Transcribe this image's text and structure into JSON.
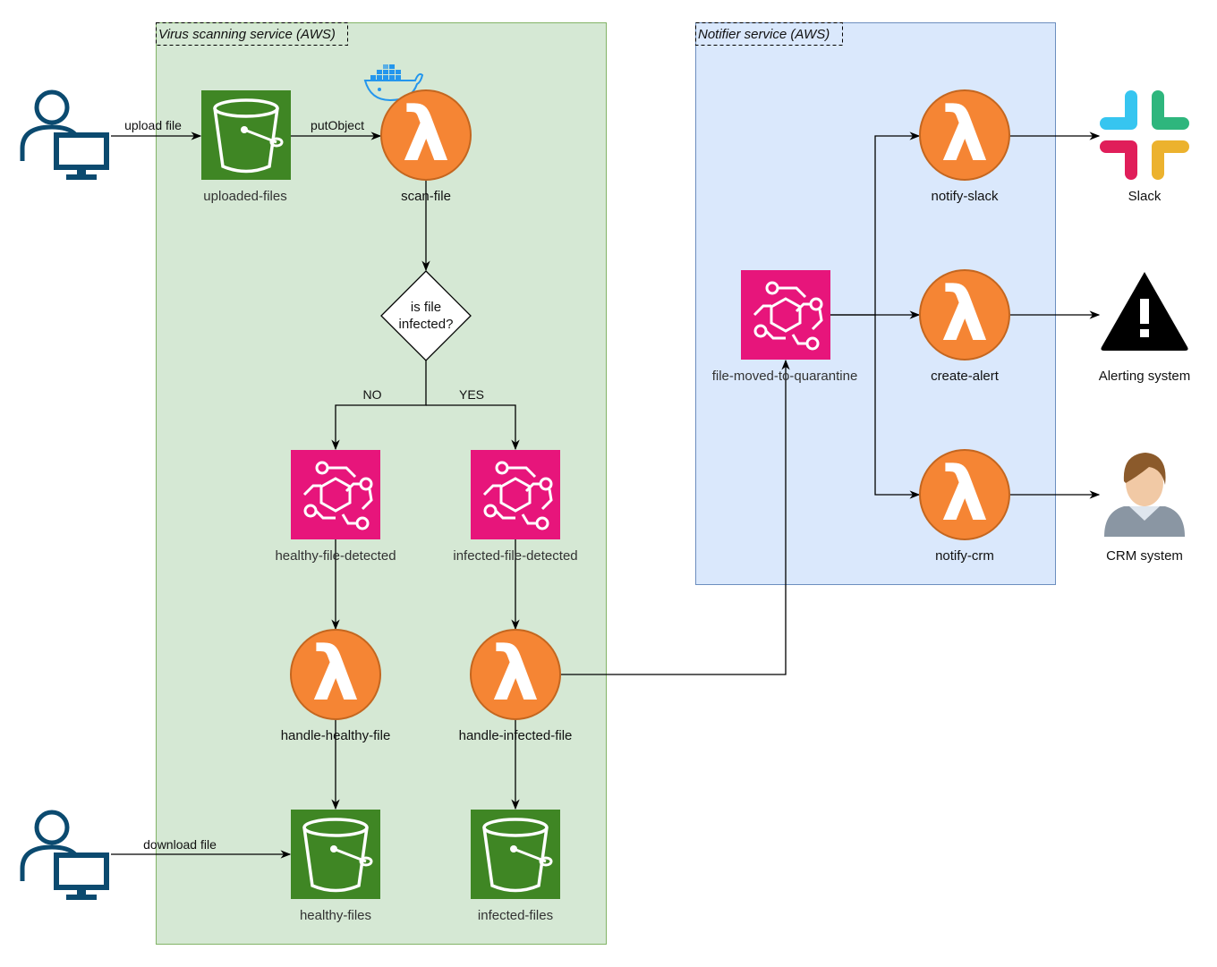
{
  "groups": {
    "virus": {
      "label": "Virus scanning service (AWS)",
      "fill": "#d5e8d4",
      "stroke": "#82b366"
    },
    "notifier": {
      "label": "Notifier service (AWS)",
      "fill": "#dae8fc",
      "stroke": "#6c8ebf"
    }
  },
  "colors": {
    "s3": "#3f8624",
    "lambda": "#f58534",
    "eventbridge": "#e7157b",
    "user": "#0b4a6f"
  },
  "nodes": {
    "uploaded_files": {
      "label": "uploaded-files",
      "icon": "s3-bucket-icon"
    },
    "scan_file": {
      "label": "scan-file",
      "icon": "lambda-icon"
    },
    "decision": {
      "line1": "is file",
      "line2": "infected?"
    },
    "healthy_detected": {
      "label": "healthy-file-detected",
      "icon": "eventbridge-icon"
    },
    "infected_detected": {
      "label": "infected-file-detected",
      "icon": "eventbridge-icon"
    },
    "handle_healthy": {
      "label": "handle-healthy-file",
      "icon": "lambda-icon"
    },
    "handle_infected": {
      "label": "handle-infected-file",
      "icon": "lambda-icon"
    },
    "healthy_files": {
      "label": "healthy-files",
      "icon": "s3-bucket-icon"
    },
    "infected_files": {
      "label": "infected-files",
      "icon": "s3-bucket-icon"
    },
    "quarantine": {
      "label": "file-moved-to-quarantine",
      "icon": "eventbridge-icon"
    },
    "notify_slack": {
      "label": "notify-slack",
      "icon": "lambda-icon"
    },
    "create_alert": {
      "label": "create-alert",
      "icon": "lambda-icon"
    },
    "notify_crm": {
      "label": "notify-crm",
      "icon": "lambda-icon"
    },
    "slack": {
      "label": "Slack",
      "icon": "slack-logo-icon"
    },
    "alerting": {
      "label": "Alerting system",
      "icon": "warning-icon"
    },
    "crm": {
      "label": "CRM system",
      "icon": "person-icon"
    },
    "docker": {
      "icon": "docker-icon"
    },
    "uploader": {
      "icon": "user-computer-icon"
    },
    "downloader": {
      "icon": "user-computer-icon"
    }
  },
  "edges": {
    "upload": "upload file",
    "put_object": "putObject",
    "no": "NO",
    "yes": "YES",
    "download": "download file"
  }
}
